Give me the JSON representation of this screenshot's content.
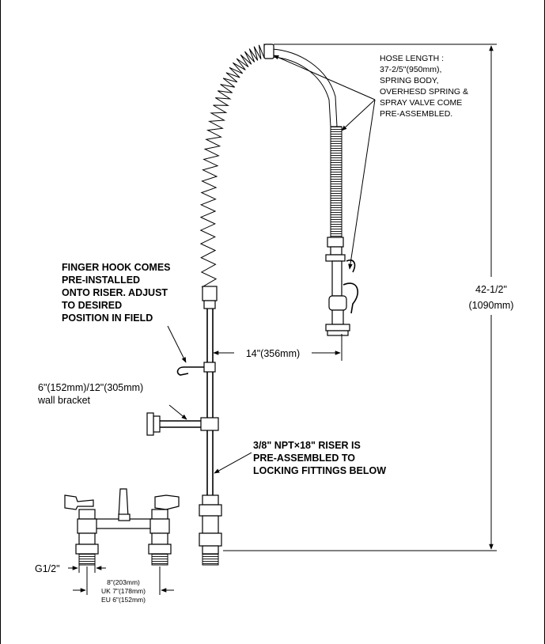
{
  "annotations": {
    "hose_length": [
      "HOSE LENGTH :",
      "37-2/5\"(950mm),",
      "SPRING BODY,",
      "OVERHESD SPRING &",
      "SPRAY VALVE COME",
      "PRE-ASSEMBLED."
    ],
    "finger_hook": [
      "FINGER HOOK COMES",
      "PRE-INSTALLED",
      "ONTO RISER. ADJUST",
      "TO DESIRED",
      "POSITION IN FIELD"
    ],
    "wall_bracket": [
      "6\"(152mm)/12\"(305mm)",
      "wall bracket"
    ],
    "riser": [
      "3/8\" NPT×18\" RISER IS",
      "PRE-ASSEMBLED TO",
      "LOCKING FITTINGS BELOW"
    ]
  },
  "dimensions": {
    "reach": "14\"(356mm)",
    "height": "42-1/2\"",
    "height_mm": "(1090mm)",
    "inlet": "G1/2\"",
    "centers": [
      "8\"(203mm)",
      "UK 7\"(178mm)",
      "EU 6\"(152mm)"
    ]
  }
}
